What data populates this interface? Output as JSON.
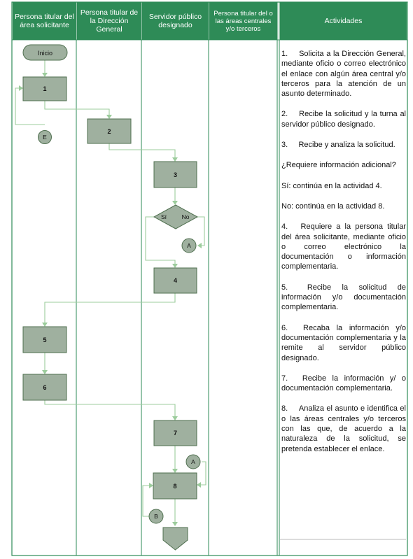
{
  "headers": [
    "Persona titular del área solicitante",
    "Persona titular de la Dirección General",
    "Servidor público designado",
    "Persona titular del o las áreas centrales y/o terceros",
    "Actividades"
  ],
  "shapes": {
    "start": "Inicio",
    "box1": "1",
    "box2": "2",
    "box3": "3",
    "decision_yes": "Sí",
    "decision_no": "No",
    "box4": "4",
    "box5": "5",
    "box6": "6",
    "box7": "7",
    "box8": "8",
    "conn_e": "E",
    "conn_a1": "A",
    "conn_a2": "A",
    "conn_b": "B"
  },
  "activities": [
    "1.\tSolicita a la Dirección General, mediante oficio o correo electrónico el enlace con algún área central y/o terceros para la atención de un asunto determinado.",
    "2.\tRecibe la solicitud y la turna al servidor público designado.",
    "3.\tRecibe y analiza la solicitud.",
    "¿Requiere información adicional?",
    "Sí: continúa en la actividad 4.",
    "No: continúa en la actividad 8.",
    "4.\tRequiere a la persona titular del área solicitante, mediante oficio o correo electrónico la documentación o información complementaria.",
    "5.\tRecibe la solicitud de información y/o documentación complementaria.",
    "6.\tRecaba la información y/o documentación complementaria y la remite al servidor público designado.",
    "7.\tRecibe la información y/ o documentación complementaria.",
    "8.\tAnaliza el asunto e identifica el o las áreas centrales y/o terceros con las que, de acuerdo a la naturaleza de la solicitud, se pretenda establecer el enlace."
  ],
  "colors": {
    "header": "#2e8b57",
    "border": "#2e8b57",
    "shape_fill": "#9fb09f",
    "shape_stroke": "#4f6f4f",
    "connector_line": "#9ccc9c"
  }
}
